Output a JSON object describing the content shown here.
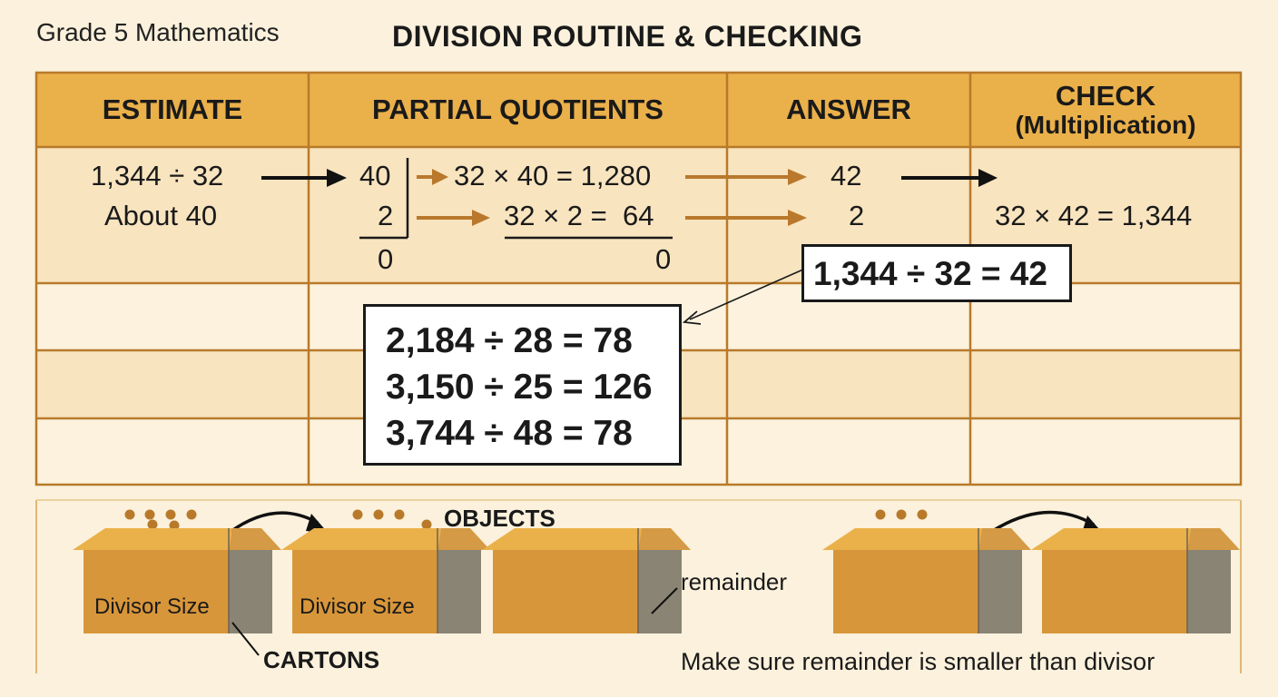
{
  "header": {
    "subject": "Grade 5 Mathematics",
    "title": "DIVISION ROUTINE & CHECKING"
  },
  "table": {
    "columns": [
      "ESTIMATE",
      "PARTIAL QUOTIENTS",
      "ANSWER",
      "CHECK"
    ],
    "check_sub": "(Multiplication)",
    "estimate": {
      "problem": "1,344 ÷ 32",
      "approx": "About 40"
    },
    "partial": {
      "q1": "40",
      "q2": "2",
      "rem_left": "0",
      "eq1": "32 × 40 = 1,280",
      "eq2": "32 × 2 =  64",
      "rem_right": "0"
    },
    "answer": {
      "a1": "42",
      "a2": "2"
    },
    "check": {
      "eq": "32 × 42 = 1,344"
    },
    "result_box": "1,344 ÷ 32 = 42"
  },
  "practice": [
    "2,184 ÷ 28 = 78",
    "3,150 ÷ 25 = 126",
    "3,744 ÷ 48 = 78"
  ],
  "illustration": {
    "objects_label": "OBJECTS",
    "carton_label": "Divisor Size",
    "cartons_label": "CARTONS",
    "remainder_label": "remainder",
    "note": "Make sure remainder is smaller than divisor"
  },
  "colors": {
    "header_fill": "#eab04a",
    "grid_line": "#b87a2a",
    "row_tint": "#f8e4bf",
    "arrow_brown": "#b9782c",
    "carton_front": "#d8963a",
    "carton_side": "#8a8474",
    "carton_flap": "#eab04a",
    "object_dot": "#b87a2a"
  }
}
